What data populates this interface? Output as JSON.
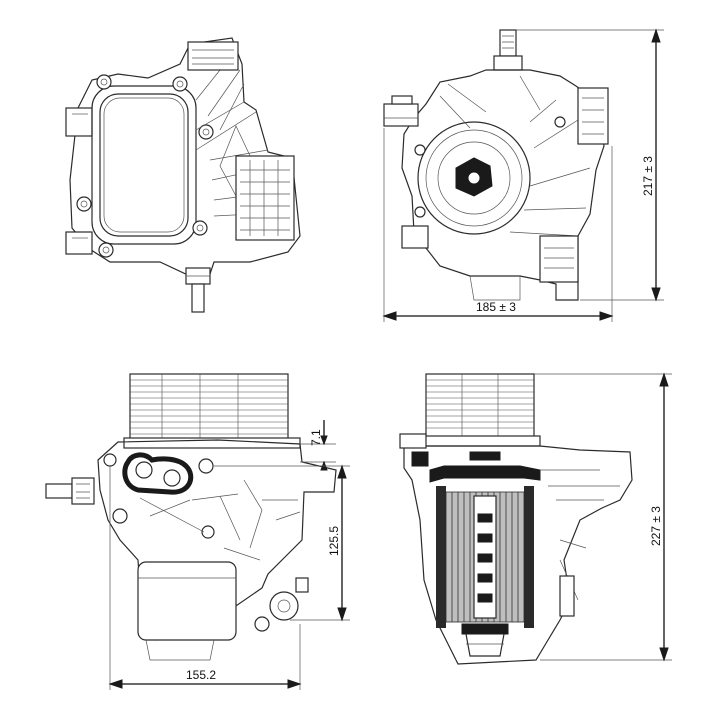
{
  "views": {
    "top": {
      "name": "top-view"
    },
    "side_right": {
      "name": "side-view",
      "dims": {
        "height": "217 ± 3",
        "width": "185 ± 3"
      }
    },
    "front": {
      "name": "front-view",
      "dims": {
        "offset": "7.1",
        "height": "125.5",
        "width": "155.2"
      }
    },
    "section": {
      "name": "section-view",
      "dims": {
        "height": "227 ± 3"
      }
    }
  },
  "colors": {
    "line": "#2b2b2b",
    "background": "#ffffff"
  }
}
